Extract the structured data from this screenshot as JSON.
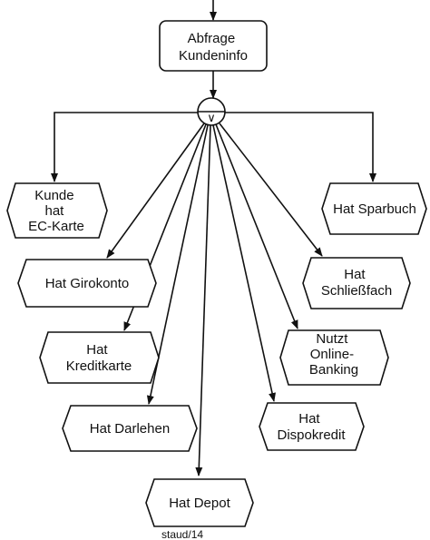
{
  "function": {
    "lines": [
      "Abfrage",
      "Kundeninfo"
    ]
  },
  "connector": {
    "symbol": "∨"
  },
  "events": [
    {
      "id": "ec-karte",
      "lines": [
        "Kunde",
        "hat",
        "EC-Karte"
      ]
    },
    {
      "id": "sparbuch",
      "lines": [
        "Hat Sparbuch"
      ]
    },
    {
      "id": "girokonto",
      "lines": [
        "Hat Girokonto"
      ]
    },
    {
      "id": "schliessfach",
      "lines": [
        "Hat",
        "Schließfach"
      ]
    },
    {
      "id": "kreditkarte",
      "lines": [
        "Hat",
        "Kreditkarte"
      ]
    },
    {
      "id": "online-banking",
      "lines": [
        "Nutzt",
        "Online-",
        "Banking"
      ]
    },
    {
      "id": "darlehen",
      "lines": [
        "Hat Darlehen"
      ]
    },
    {
      "id": "dispokredit",
      "lines": [
        "Hat",
        "Dispokredit"
      ]
    },
    {
      "id": "depot",
      "lines": [
        "Hat Depot"
      ]
    }
  ],
  "caption": "staud/14"
}
